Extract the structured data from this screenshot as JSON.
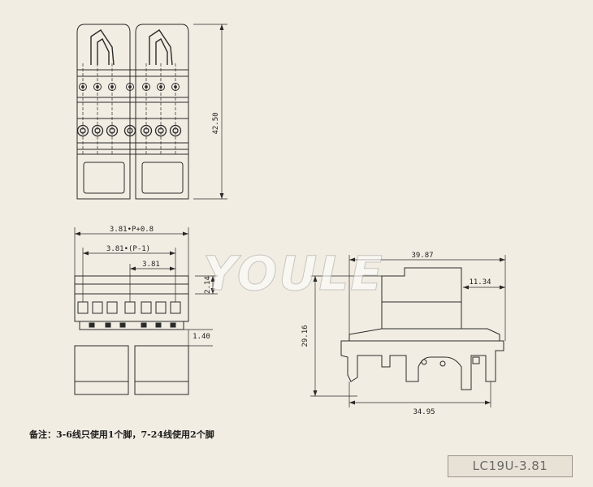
{
  "top_view": {
    "height_dim": "42.50"
  },
  "front_view": {
    "total_width_dim": "3.81•P+0.8",
    "inner_width_dim": "3.81•(P-1)",
    "pitch_dim": "3.81",
    "side_height_dim": "2.14",
    "bottom_dim": "1.40"
  },
  "side_view": {
    "top_width_dim": "39.87",
    "right_dim": "11.34",
    "height_dim": "29.16",
    "bottom_width_dim": "34.95"
  },
  "watermark": "YOULE",
  "note": "备注：3-6线只使用1个脚，7-24线使用2个脚",
  "model_label": "LC19U-3.81",
  "colors": {
    "background": "#f2ede3",
    "line": "#2a2a2a"
  }
}
